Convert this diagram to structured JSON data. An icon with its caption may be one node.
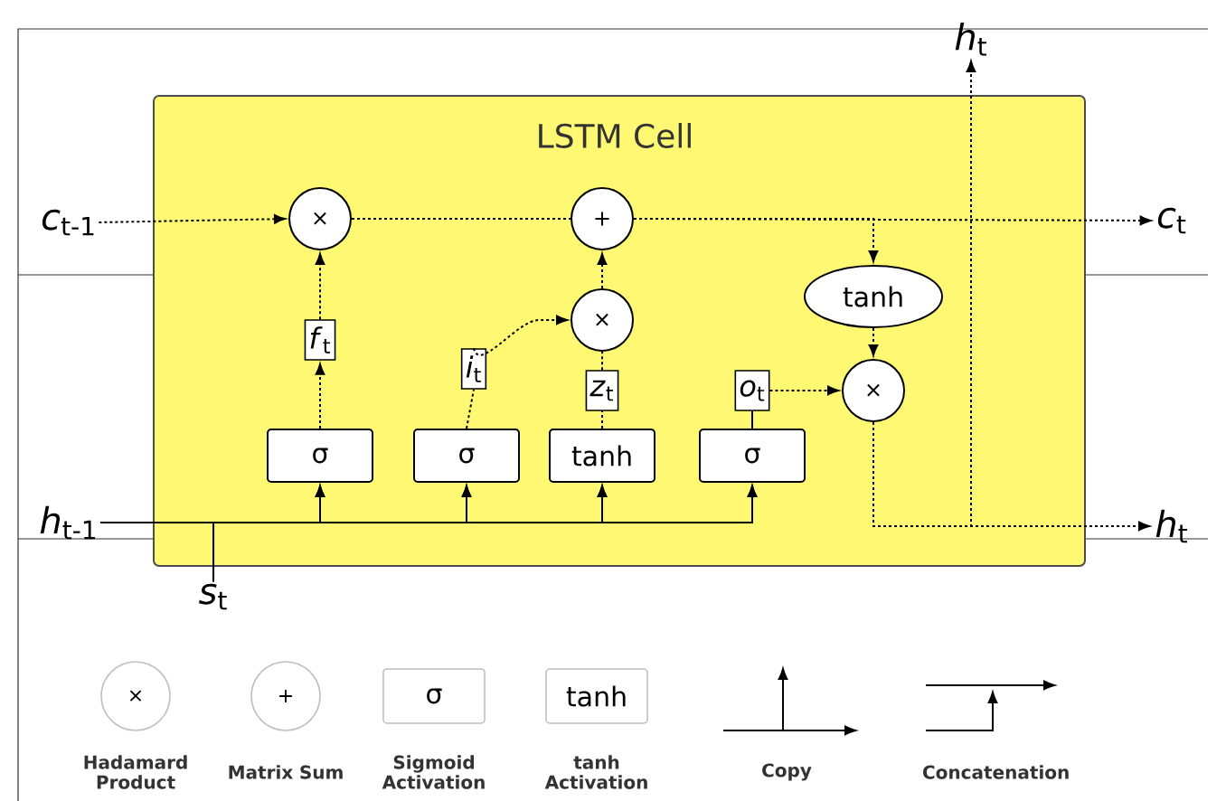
{
  "diagram": {
    "nodes": [
      {
        "text": [
          "LSTM Cell"
        ]
      },
      {
        "text": [
          "*c*$_{t-1}$"
        ]
      },
      {
        "text": [
          "×"
        ],
        "in": 0
      },
      {
        "text": [
          "+"
        ],
        "in": 0
      },
      {
        "text": [
          "*c*$_{t}$"
        ]
      },
      {
        "text": [
          "*f*$_{t}$"
        ],
        "in": 0
      },
      {
        "text": [
          "*i*$_{t}$"
        ],
        "in": 0
      },
      {
        "text": [
          "×"
        ],
        "in": 0
      },
      {
        "text": [
          "*z*$_{t}$"
        ],
        "in": 0
      },
      {
        "text": [
          "*o*$_{t}$"
        ],
        "in": 0
      },
      {
        "text": [
          "tanh"
        ],
        "in": 0
      },
      {
        "text": [
          "×"
        ],
        "in": 0
      },
      {
        "text": [
          "σ"
        ],
        "in": 0
      },
      {
        "text": [
          "σ"
        ],
        "in": 0
      },
      {
        "text": [
          "tanh"
        ],
        "in": 0
      },
      {
        "text": [
          "σ"
        ],
        "in": 0
      },
      {
        "text": [
          "*h*$_{t-1}$"
        ]
      },
      {
        "text": [
          "*s*$_{t}$"
        ]
      },
      {
        "text": [
          "*h*$_{t}$"
        ]
      },
      {
        "text": [
          "*h*$_{t}$"
        ]
      }
    ],
    "edges": [
      {
        "from": 1,
        "to": 2,
        "arrow": "to",
        "style": "dashed"
      },
      {
        "from": 2,
        "to": 3,
        "arrow": "none",
        "style": "dashed"
      },
      {
        "from": 3,
        "to": 4,
        "arrow": "to",
        "style": "dashed"
      },
      {
        "from": 3,
        "to": 10,
        "arrow": "to",
        "style": "dashed"
      },
      {
        "from": 10,
        "to": 11,
        "arrow": "to",
        "style": "dashed"
      },
      {
        "from": 9,
        "to": 11,
        "arrow": "to",
        "style": "dashed"
      },
      {
        "from": 12,
        "to": 5,
        "arrow": "to",
        "style": "dashed"
      },
      {
        "from": 5,
        "to": 2,
        "arrow": "to",
        "style": "dashed"
      },
      {
        "from": 13,
        "to": 6,
        "arrow": "none",
        "style": "dashed"
      },
      {
        "from": 6,
        "to": 7,
        "arrow": "to",
        "style": "dashed"
      },
      {
        "from": 14,
        "to": 8,
        "arrow": "none",
        "style": "dashed"
      },
      {
        "from": 8,
        "to": 7,
        "arrow": "none",
        "style": "dashed"
      },
      {
        "from": 7,
        "to": 3,
        "arrow": "to",
        "style": "dashed"
      },
      {
        "from": 15,
        "to": 9,
        "arrow": "none"
      },
      {
        "from": 11,
        "to": 19,
        "arrow": "to",
        "style": "dashed"
      },
      {
        "from": 11,
        "to": 18,
        "arrow": "to",
        "style": "dashed"
      },
      {
        "from": 16,
        "to": 12,
        "arrow": "to"
      },
      {
        "from": 16,
        "to": 13,
        "arrow": "to"
      },
      {
        "from": 16,
        "to": 14,
        "arrow": "to"
      },
      {
        "from": 16,
        "to": 15,
        "arrow": "to"
      },
      {
        "from": 17,
        "to": 12,
        "arrow": "to"
      },
      {
        "from": 17,
        "to": 13,
        "arrow": "to"
      },
      {
        "from": 17,
        "to": 14,
        "arrow": "to"
      },
      {
        "from": 17,
        "to": 15,
        "arrow": "to"
      }
    ],
    "labels": [
      "×",
      "+",
      "σ",
      "tanh"
    ],
    "legend": [
      {
        "text": "Hadamard Product"
      },
      {
        "text": "Matrix Sum"
      },
      {
        "text": "Sigmoid Activation"
      },
      {
        "text": "tanh Activation"
      },
      {
        "text": "Copy"
      },
      {
        "text": "Concatenation"
      }
    ]
  }
}
